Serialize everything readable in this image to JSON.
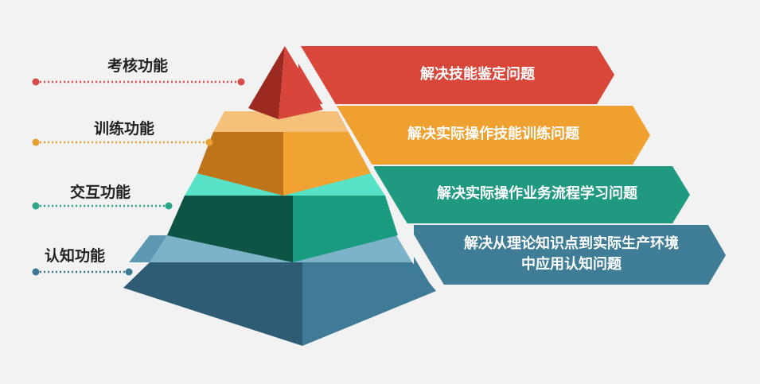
{
  "levels": [
    {
      "label": "考核功能",
      "text": [
        "解决技能鉴定问题"
      ],
      "color": "#d9463a",
      "dot": "#d94a4a"
    },
    {
      "label": "训练功能",
      "text": [
        "解决实际操作技能训练问题"
      ],
      "color": "#f0a02e",
      "dot": "#e8a030"
    },
    {
      "label": "交互功能",
      "text": [
        "解决实际操作业务流程学习问题"
      ],
      "color": "#1f9a80",
      "dot": "#2aa58a"
    },
    {
      "label": "认知功能",
      "text": [
        "解决从理论知识点到实际生产环境",
        "中应用认知问题"
      ],
      "color": "#3e7d95",
      "dot": "#3b7896"
    }
  ]
}
